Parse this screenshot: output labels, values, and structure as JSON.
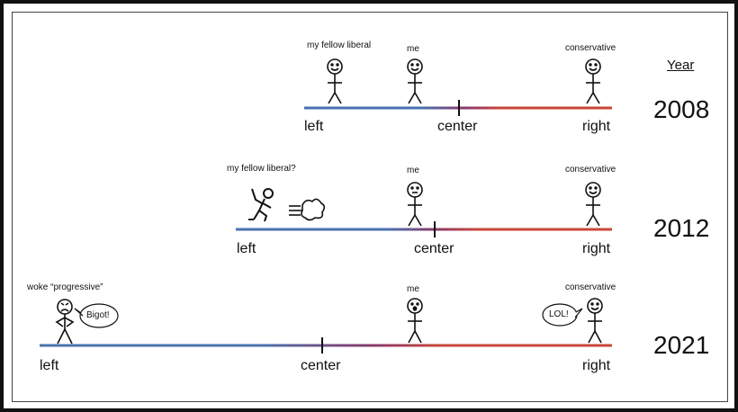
{
  "year_header": "Year",
  "rows": [
    {
      "year": "2008",
      "axis": {
        "left": "left",
        "center": "center",
        "right": "right"
      },
      "figures": [
        {
          "label": "my fellow liberal",
          "mood": "happy"
        },
        {
          "label": "me",
          "mood": "happy"
        },
        {
          "label": "conservative",
          "mood": "happy"
        }
      ]
    },
    {
      "year": "2012",
      "axis": {
        "left": "left",
        "center": "center",
        "right": "right"
      },
      "figures": [
        {
          "label": "my fellow liberal?",
          "mood": "running-away"
        },
        {
          "label": "me",
          "mood": "neutral"
        },
        {
          "label": "conservative",
          "mood": "happy"
        }
      ]
    },
    {
      "year": "2021",
      "axis": {
        "left": "left",
        "center": "center",
        "right": "right"
      },
      "figures": [
        {
          "label": "woke “progressive”",
          "mood": "angry",
          "speech": "Bigot!"
        },
        {
          "label": "me",
          "mood": "surprised"
        },
        {
          "label": "conservative",
          "mood": "happy",
          "speech": "LOL!"
        }
      ]
    }
  ],
  "colors": {
    "left_line": "#4a72b0",
    "center_blend": "#8a3a6a",
    "right_line": "#c8463a",
    "ink": "#111111"
  }
}
